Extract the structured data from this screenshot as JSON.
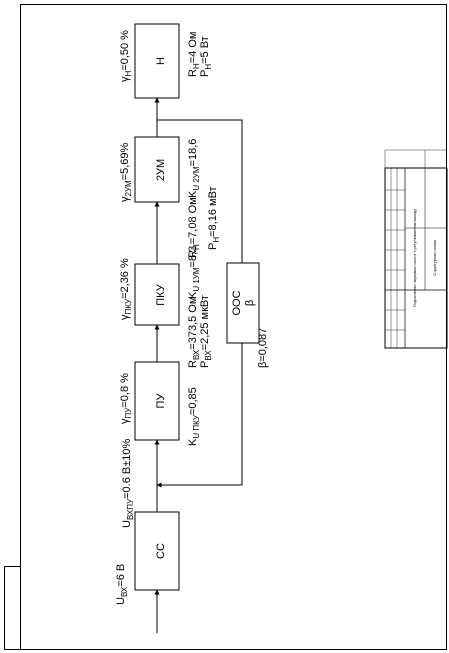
{
  "blocks": {
    "cc": "СС",
    "pu": "ПУ",
    "pku": "ПКУ",
    "two_um": "2УМ",
    "load": "Н",
    "oos_title": "ООС",
    "oos_beta": "β"
  },
  "params": {
    "u_in": "U",
    "u_in_sub": "ВХ",
    "u_in_val": "=6 В",
    "u_in_pu": "U",
    "u_in_pu_sub": "ВХПУ",
    "u_in_pu_val": "=0.6 В±10%",
    "gamma_pu": "γ",
    "gamma_pu_sub": "ПУ",
    "gamma_pu_val": "=0,8 %",
    "k_u_pku": "K",
    "k_u_pku_sub": "U ПКУ",
    "k_u_pku_val": "=0,85",
    "gamma_pku": "γ",
    "gamma_pku_sub": "ПКУ",
    "gamma_pku_val": "=2,36 %",
    "r_in": "R",
    "r_in_sub": "ВХ",
    "r_in_val": "=373,5 Ом",
    "p_in": "P",
    "p_in_sub": "ВХ",
    "p_in_val": "=2,25 мкВт",
    "k_u_1um": "K",
    "k_u_1um_sub": "U 1УМ",
    "k_u_1um_val": "=8,3",
    "r_h": "R",
    "r_h_sub": "Н",
    "r_h_val": "=7,08 Ом",
    "k_u_2um": "K",
    "k_u_2um_sub": "U 2УМ",
    "k_u_2um_val": "=18,6",
    "p_h": "P",
    "p_h_sub": "Н",
    "p_h_val": "=8,16 мВт",
    "gamma_2um": "γ",
    "gamma_2um_sub": "2УМ",
    "gamma_2um_val": "=5,69%",
    "beta_val": "β=0,087",
    "gamma_h": "γ",
    "gamma_h_sub": "Н",
    "gamma_h_val": "=0,50 %",
    "r_load": "R",
    "r_load_sub": "Н",
    "r_load_val": "=4 Ом",
    "p_load": "P",
    "p_load_sub": "Н",
    "p_load_val": "=5 Вт"
  },
  "title_block": {
    "title": "Структурная схема",
    "subtitle": "Подсилювач звукових частот з регулюванням виходу"
  }
}
